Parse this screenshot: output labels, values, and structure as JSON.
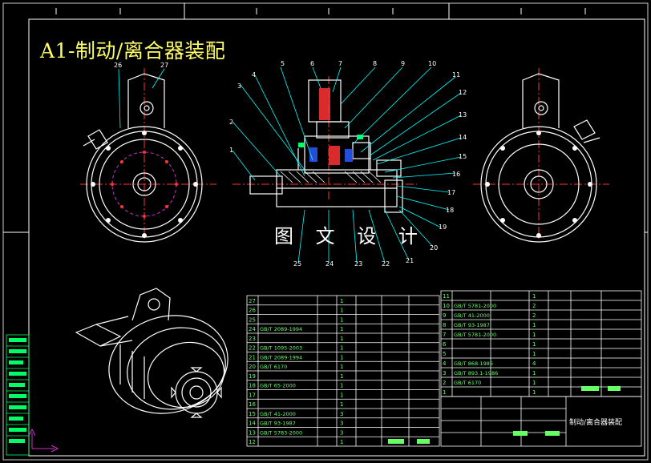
{
  "title": "A1-制动/离合器装配",
  "watermark": "图 文 设 计",
  "title_block_name": "制动/离合器装配",
  "balloons_top": [
    "26",
    "27",
    "5",
    "4",
    "3",
    "2",
    "1",
    "6",
    "7",
    "8",
    "9",
    "10",
    "11",
    "12",
    "13",
    "14",
    "15",
    "16",
    "17",
    "18",
    "19",
    "20",
    "21",
    "22",
    "23",
    "24",
    "25"
  ],
  "bom_left": {
    "nos": [
      "27",
      "26",
      "25",
      "24",
      "23",
      "22",
      "21",
      "20",
      "19",
      "18",
      "17",
      "16",
      "15",
      "14",
      "13",
      "12"
    ],
    "standards": [
      "",
      "",
      "",
      "GB/T 2089-1994",
      "",
      "GB/T 1095-2003",
      "GB/T 2089-1994",
      "GB/T 6170",
      "",
      "GB/T 65-2000",
      "",
      "",
      "GB/T 41-2000",
      "GB/T 93-1987",
      "GB/T 5783-2000",
      ""
    ],
    "qty": [
      "1",
      "1",
      "1",
      "1",
      "1",
      "1",
      "1",
      "1",
      "1",
      "1",
      "1",
      "1",
      "3",
      "3",
      "3",
      "1"
    ]
  },
  "bom_right": {
    "nos": [
      "11",
      "10",
      "9",
      "8",
      "7",
      "6",
      "5",
      "4",
      "3",
      "2",
      "1"
    ],
    "standards": [
      "",
      "GB/T 5781-2000",
      "GB/T 41-2000",
      "GB/T 93-1987",
      "GB/T 5781-2000",
      "",
      "",
      "GB/T 868-1986",
      "GB/T 893.1-1986",
      "GB/T 6170",
      ""
    ],
    "qty": [
      "1",
      "2",
      "2",
      "1",
      "1",
      "1",
      "1",
      "4",
      "1",
      "1",
      "1"
    ]
  },
  "colors": {
    "background": "#000000",
    "frame": "#ffffff",
    "outline": "#ffffff",
    "centerline": "#ff3333",
    "leader": "#00ffff",
    "hidden": "#cc33cc",
    "bom_text": "#66ff66",
    "title": "#ffff66",
    "side_text": "#00ff66"
  }
}
